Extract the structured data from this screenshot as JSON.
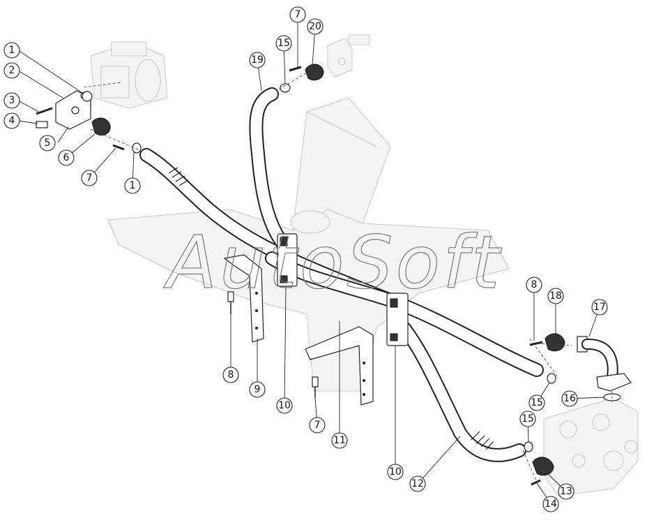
{
  "watermark": "AutoSoft",
  "callouts": [
    {
      "num": "1"
    },
    {
      "num": "2"
    },
    {
      "num": "3"
    },
    {
      "num": "4"
    },
    {
      "num": "5"
    },
    {
      "num": "6"
    },
    {
      "num": "7"
    },
    {
      "num": "1"
    },
    {
      "num": "19"
    },
    {
      "num": "15"
    },
    {
      "num": "7"
    },
    {
      "num": "20"
    },
    {
      "num": "8"
    },
    {
      "num": "9"
    },
    {
      "num": "10"
    },
    {
      "num": "7"
    },
    {
      "num": "11"
    },
    {
      "num": "10"
    },
    {
      "num": "12"
    },
    {
      "num": "8"
    },
    {
      "num": "18"
    },
    {
      "num": "17"
    },
    {
      "num": "15"
    },
    {
      "num": "16"
    },
    {
      "num": "15"
    },
    {
      "num": "13"
    },
    {
      "num": "14"
    }
  ],
  "colors": {
    "line": "#222222",
    "ghost": "#c8c8c8",
    "watermark": "#7a7a7a"
  }
}
